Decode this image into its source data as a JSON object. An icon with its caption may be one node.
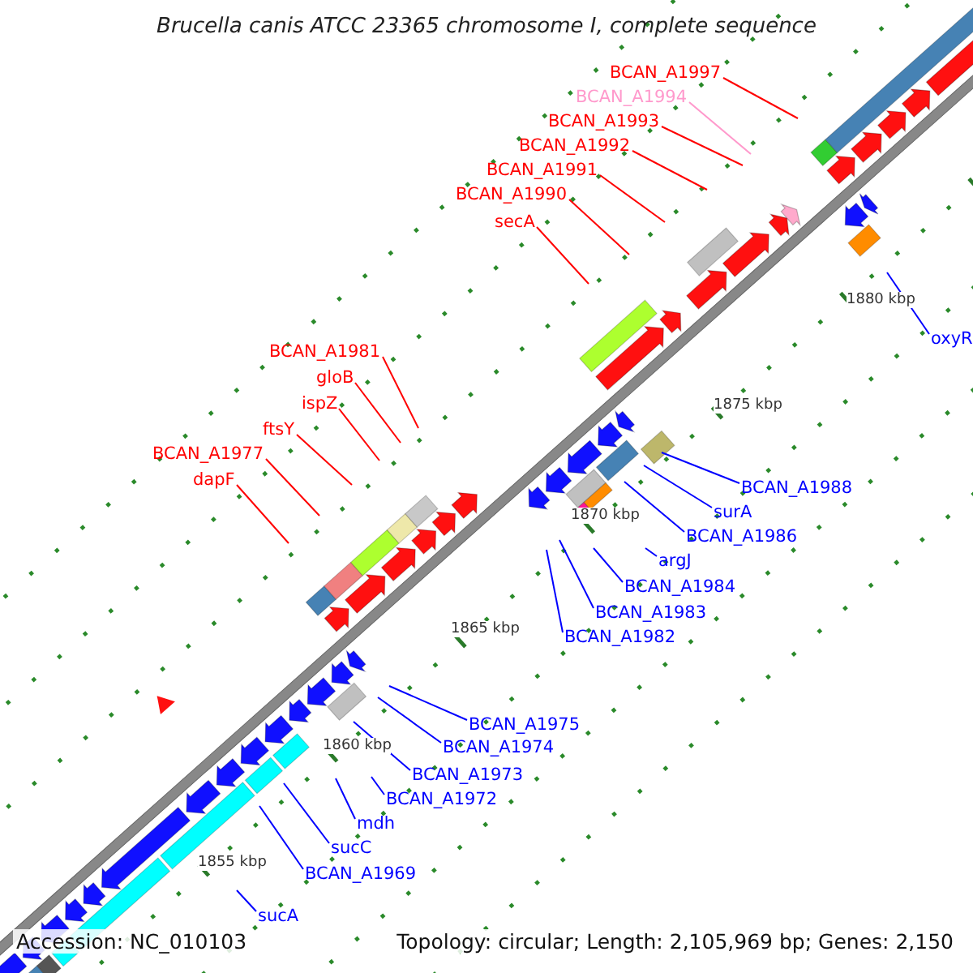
{
  "diagram": {
    "title": "Brucella canis ATCC 23365 chromosome I, complete sequence",
    "nodes": [
      {
        "text": [
          "BCAN_A1997"
        ]
      },
      {
        "text": [
          "BCAN_A1994"
        ]
      },
      {
        "text": [
          "BCAN_A1993"
        ]
      },
      {
        "text": [
          "BCAN_A1992"
        ]
      },
      {
        "text": [
          "BCAN_A1991"
        ]
      },
      {
        "text": [
          "BCAN_A1990"
        ]
      },
      {
        "text": [
          "secA"
        ]
      },
      {
        "text": [
          "oxyR"
        ]
      },
      {
        "text": [
          "BCAN_A1981"
        ]
      },
      {
        "text": [
          "gloB"
        ]
      },
      {
        "text": [
          "ispZ"
        ]
      },
      {
        "text": [
          "ftsY"
        ]
      },
      {
        "text": [
          "BCAN_A1977"
        ]
      },
      {
        "text": [
          "dapF"
        ]
      },
      {
        "text": [
          "BCAN_A1988"
        ]
      },
      {
        "text": [
          "surA"
        ]
      },
      {
        "text": [
          "BCAN_A1986"
        ]
      },
      {
        "text": [
          "argJ"
        ]
      },
      {
        "text": [
          "BCAN_A1984"
        ]
      },
      {
        "text": [
          "BCAN_A1983"
        ]
      },
      {
        "text": [
          "BCAN_A1982"
        ]
      },
      {
        "text": [
          "BCAN_A1975"
        ]
      },
      {
        "text": [
          "BCAN_A1974"
        ]
      },
      {
        "text": [
          "BCAN_A1973"
        ]
      },
      {
        "text": [
          "BCAN_A1972"
        ]
      },
      {
        "text": [
          "mdh"
        ]
      },
      {
        "text": [
          "sucC"
        ]
      },
      {
        "text": [
          "BCAN_A1969"
        ]
      },
      {
        "text": [
          "sucA"
        ]
      }
    ],
    "edges": [
      {
        "from": 0,
        "to": null,
        "arrow": "none",
        "color": "#ff0000"
      },
      {
        "from": 1,
        "to": null,
        "arrow": "none",
        "color": "#ff99cc"
      },
      {
        "from": 2,
        "to": null,
        "arrow": "none",
        "color": "#ff0000"
      },
      {
        "from": 3,
        "to": null,
        "arrow": "none",
        "color": "#ff0000"
      },
      {
        "from": 4,
        "to": null,
        "arrow": "none",
        "color": "#ff0000"
      },
      {
        "from": 5,
        "to": null,
        "arrow": "none",
        "color": "#ff0000"
      },
      {
        "from": 6,
        "to": null,
        "arrow": "none",
        "color": "#ff0000"
      },
      {
        "from": 7,
        "to": null,
        "arrow": "none"
      },
      {
        "from": 8,
        "to": null,
        "arrow": "none",
        "color": "#ff0000"
      },
      {
        "from": 9,
        "to": null,
        "arrow": "none",
        "color": "#ff0000"
      },
      {
        "from": 10,
        "to": null,
        "arrow": "none",
        "color": "#ff0000"
      },
      {
        "from": 11,
        "to": null,
        "arrow": "none",
        "color": "#ff0000"
      },
      {
        "from": 12,
        "to": null,
        "arrow": "none",
        "color": "#ff0000"
      },
      {
        "from": 13,
        "to": null,
        "arrow": "none",
        "color": "#ff0000"
      },
      {
        "from": 14,
        "to": null,
        "arrow": "none"
      },
      {
        "from": 15,
        "to": null,
        "arrow": "none"
      },
      {
        "from": 16,
        "to": null,
        "arrow": "none"
      },
      {
        "from": 17,
        "to": null,
        "arrow": "none"
      },
      {
        "from": 18,
        "to": null,
        "arrow": "none"
      },
      {
        "from": 19,
        "to": null,
        "arrow": "none"
      },
      {
        "from": 20,
        "to": null,
        "arrow": "none"
      },
      {
        "from": 21,
        "to": null,
        "arrow": "none"
      },
      {
        "from": 22,
        "to": null,
        "arrow": "none"
      },
      {
        "from": 23,
        "to": null,
        "arrow": "none"
      },
      {
        "from": 24,
        "to": null,
        "arrow": "none"
      },
      {
        "from": 25,
        "to": null,
        "arrow": "none"
      },
      {
        "from": 26,
        "to": null,
        "arrow": "none"
      },
      {
        "from": 27,
        "to": null,
        "arrow": "none"
      },
      {
        "from": 28,
        "to": null,
        "arrow": "none"
      }
    ],
    "labels": [
      "1880 kbp",
      "1875 kbp",
      "1870 kbp",
      "1865 kbp",
      "1860 kbp",
      "1855 kbp",
      "Accession: NC_010103",
      "Topology: circular; Length: 2,105,969 bp; Genes: 2,150"
    ]
  }
}
